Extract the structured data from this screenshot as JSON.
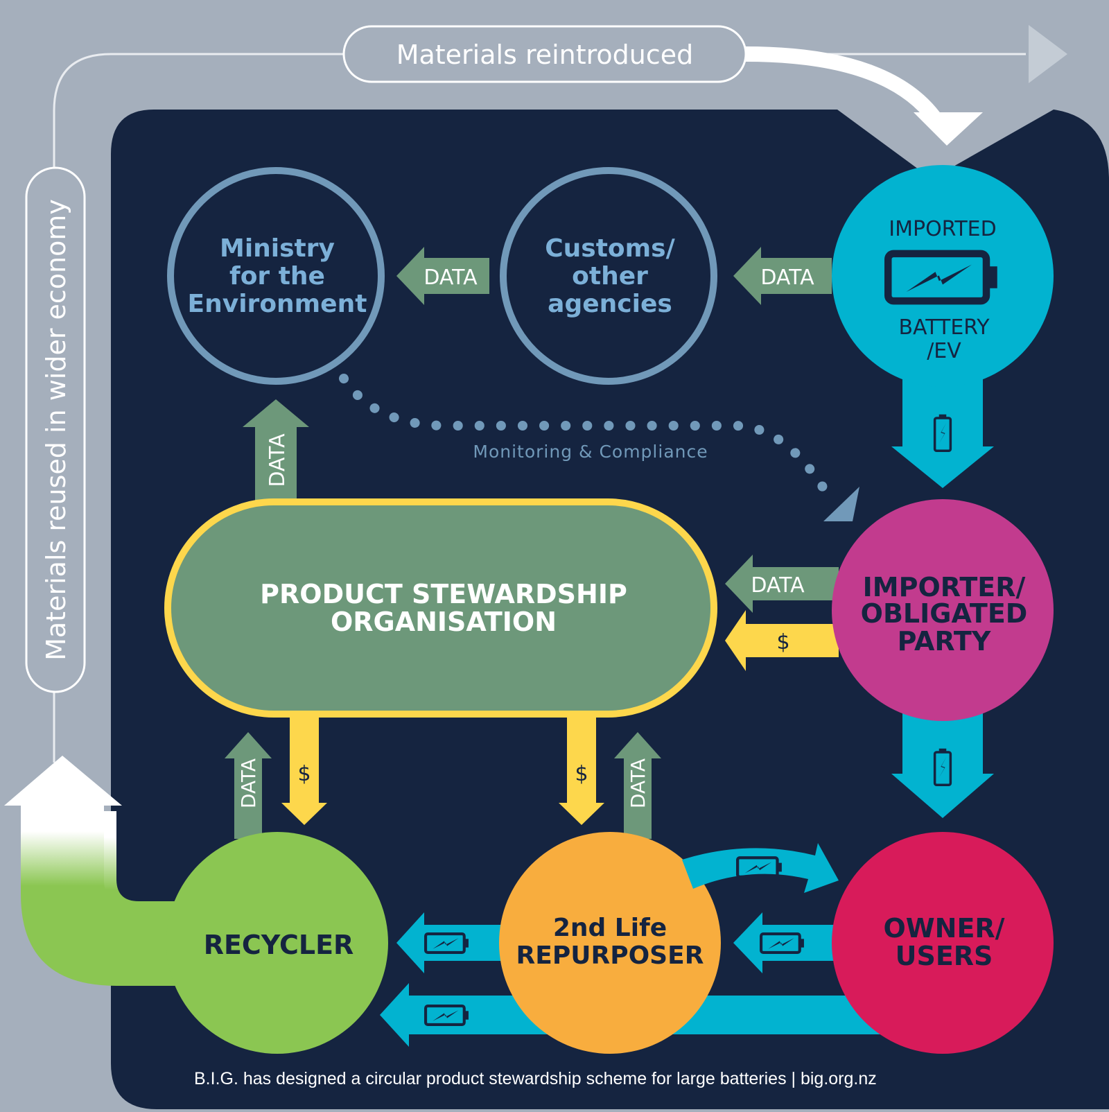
{
  "colors": {
    "background": "#a5afbc",
    "panel": "#152440",
    "outer_loop": "#e9ecf0",
    "data_arrow": "#6d987a",
    "money_arrow": "#fdd74c",
    "battery_arrow": "#02b3d0",
    "ministry_ring": "#7199b9",
    "imported": "#02b3d0",
    "importer": "#c23b8e",
    "owner": "#d81b5a",
    "repurposer": "#f8ad3e",
    "recycler": "#8bc652",
    "pso_fill": "#6d987a",
    "pso_border": "#fdd74c",
    "monitoring": "#7199b9"
  },
  "loop": {
    "top_label": "Materials reintroduced",
    "side_label": "Materials reused in wider economy"
  },
  "nodes": {
    "ministry": {
      "lines": [
        "Ministry",
        "for the",
        "Environment"
      ]
    },
    "customs": {
      "lines": [
        "Customs/",
        "other",
        "agencies"
      ]
    },
    "imported": {
      "top": "IMPORTED",
      "bottom_lines": [
        "BATTERY",
        "/EV"
      ],
      "icon": "battery-icon"
    },
    "pso": {
      "lines": [
        "PRODUCT STEWARDSHIP",
        "ORGANISATION"
      ]
    },
    "importer": {
      "lines": [
        "IMPORTER/",
        "OBLIGATED",
        "PARTY"
      ]
    },
    "owner": {
      "lines": [
        "OWNER/",
        "USERS"
      ]
    },
    "repurposer": {
      "lines": [
        "2nd Life",
        "REPURPOSER"
      ]
    },
    "recycler": {
      "lines": [
        "RECYCLER"
      ]
    }
  },
  "flows": {
    "data_label": "DATA",
    "money_label": "$",
    "monitoring": "Monitoring & Compliance"
  },
  "footer": "B.I.G. has designed a circular product stewardship scheme for large batteries  |  big.org.nz"
}
